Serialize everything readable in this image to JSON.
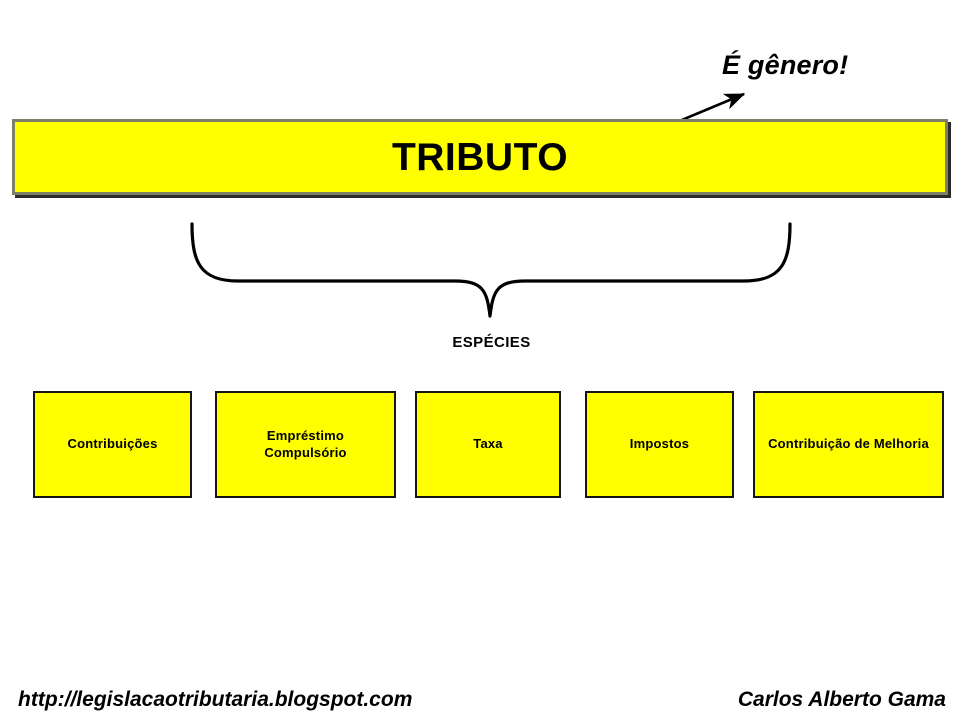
{
  "annotation": {
    "genero_text": "É gênero!"
  },
  "banner": {
    "title": "TRIBUTO",
    "fill_color": "#FFFF00",
    "border_color": "#7F7F66",
    "shadow_color": "#2B2B2B"
  },
  "brace": {
    "caption": "ESPÉCIES",
    "stroke_color": "#000000"
  },
  "species": [
    {
      "label": "Contribuições"
    },
    {
      "label": "Empréstimo\nCompulsório",
      "line1": "Empréstimo",
      "line2": "Compulsório"
    },
    {
      "label": "Taxa"
    },
    {
      "label": "Impostos"
    },
    {
      "label": "Contribuição de Melhoria"
    }
  ],
  "species_style": {
    "fill_color": "#FFFF00",
    "border_color": "#151515"
  },
  "footer": {
    "url": "http://legislacaotributaria.blogspot.com",
    "author": "Carlos Alberto Gama"
  }
}
